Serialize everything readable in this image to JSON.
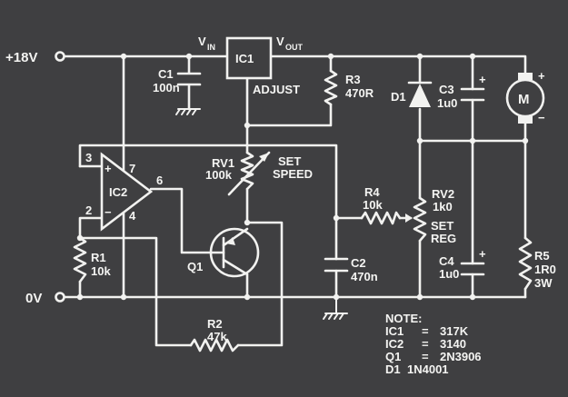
{
  "terminals": {
    "supply": "+18V",
    "ground": "0V"
  },
  "ic1": {
    "name": "IC1",
    "vin": "V",
    "vin_sub": "IN",
    "vout": "V",
    "vout_sub": "OUT",
    "adjust": "ADJUST"
  },
  "ic2": {
    "name": "IC2",
    "plus": "+",
    "minus": "−",
    "pin3": "3",
    "pin7": "7",
    "pin6": "6",
    "pin2": "2",
    "pin4": "4"
  },
  "components": {
    "c1": {
      "ref": "C1",
      "value": "100n"
    },
    "c2": {
      "ref": "C2",
      "value": "470n"
    },
    "c3": {
      "ref": "C3",
      "value": "1u0",
      "polarity": "+"
    },
    "c4": {
      "ref": "C4",
      "value": "1u0",
      "polarity": "+"
    },
    "r1": {
      "ref": "R1",
      "value": "10k"
    },
    "r2": {
      "ref": "R2",
      "value": "47k"
    },
    "r3": {
      "ref": "R3",
      "value": "470R"
    },
    "r4": {
      "ref": "R4",
      "value": "10k"
    },
    "r5": {
      "ref": "R5",
      "value": "1R0",
      "rating": "3W"
    },
    "rv1": {
      "ref": "RV1",
      "value": "100k",
      "function_line1": "SET",
      "function_line2": "SPEED"
    },
    "rv2": {
      "ref": "RV2",
      "value": "1k0",
      "function_line1": "SET",
      "function_line2": "REG"
    },
    "d1": {
      "ref": "D1"
    },
    "q1": {
      "ref": "Q1"
    },
    "motor": {
      "symbol": "M",
      "plus": "+",
      "minus": "−"
    }
  },
  "note": {
    "title": "NOTE:",
    "lines": [
      {
        "ref": "IC1",
        "eq": "=",
        "part": "317K"
      },
      {
        "ref": "IC2",
        "eq": "=",
        "part": "3140"
      },
      {
        "ref": "Q1",
        "eq": "=",
        "part": "2N3906"
      },
      {
        "ref": "D1",
        "eq": "",
        "part": "1N4001"
      }
    ]
  },
  "colors": {
    "background": "#3f3f41",
    "ink": "#f2f2f0"
  }
}
